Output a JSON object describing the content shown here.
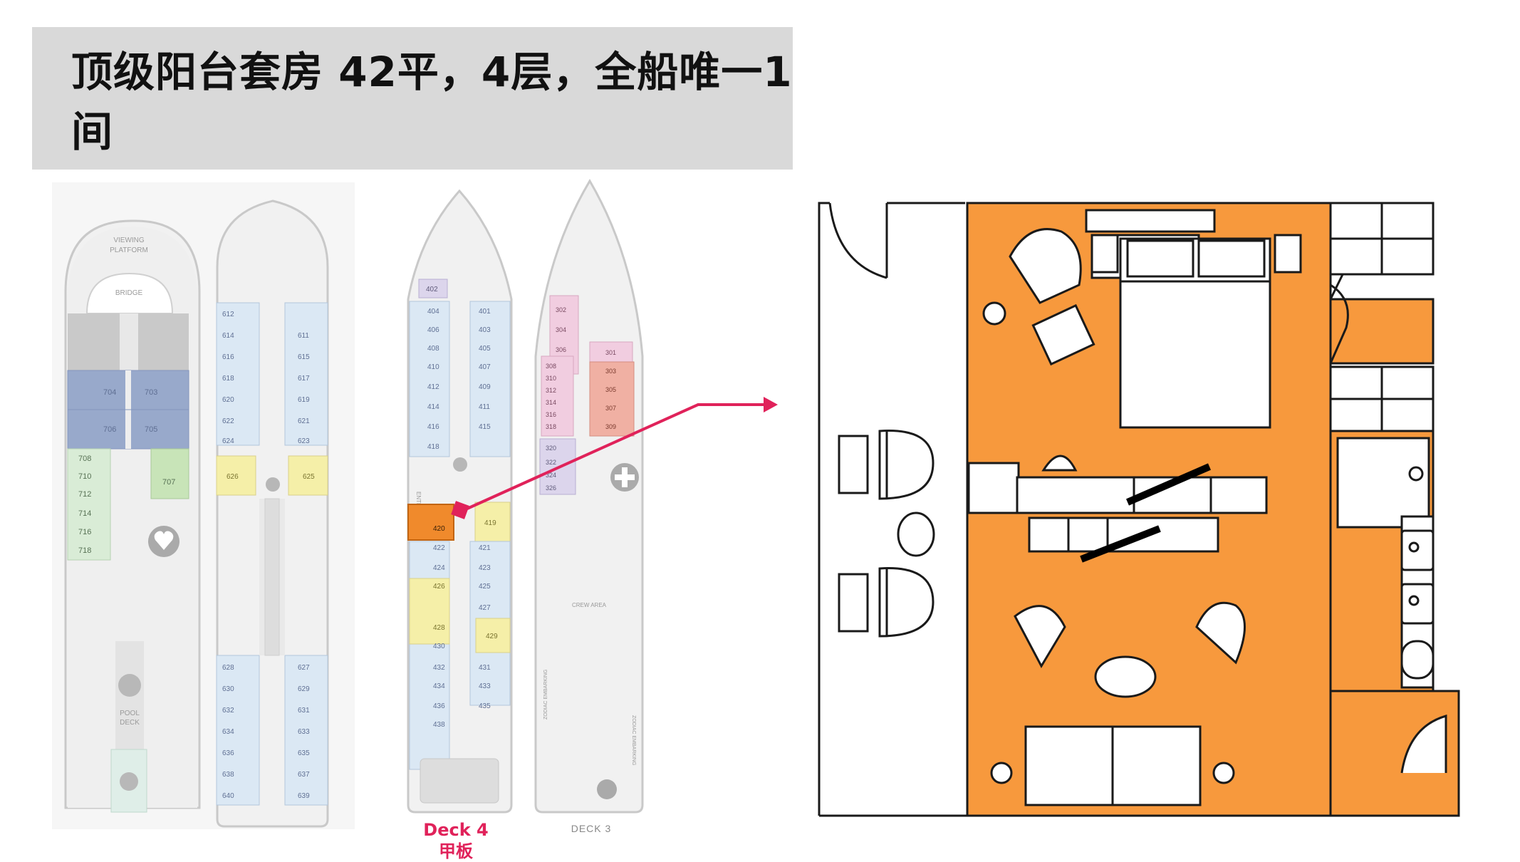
{
  "title": "顶级阳台套房 42平，4层，全船唯一1间",
  "deck4_caption": {
    "line1": "Deck 4",
    "line2": "甲板"
  },
  "deck3_caption": "DECK 3",
  "deck7": {
    "viewing_platform_1": "VIEWING",
    "viewing_platform_2": "PLATFORM",
    "bridge": "BRIDGE",
    "pool_1": "POOL",
    "pool_2": "DECK",
    "cabins_blue": [
      "704",
      "703",
      "706",
      "705"
    ],
    "cabins_left": [
      "708",
      "710",
      "712",
      "714",
      "716",
      "718"
    ],
    "cabin_707": "707"
  },
  "deck6": {
    "left_top": [
      "612",
      "614",
      "616",
      "618",
      "620",
      "622",
      "624"
    ],
    "right_top": [
      "611",
      "615",
      "617",
      "619",
      "621",
      "623"
    ],
    "yellow": [
      "626",
      "625"
    ],
    "left_bottom": [
      "628",
      "630",
      "632",
      "634",
      "636",
      "638",
      "640"
    ],
    "right_bottom": [
      "627",
      "629",
      "631",
      "633",
      "635",
      "637",
      "639"
    ]
  },
  "deck4": {
    "top": "402",
    "left_top": [
      "404",
      "406",
      "408",
      "410",
      "412",
      "414",
      "416",
      "418"
    ],
    "right_top": [
      "401",
      "403",
      "405",
      "407",
      "409",
      "411",
      "415"
    ],
    "highlight": "420",
    "right_419": "419",
    "left_bottom": [
      "422",
      "424",
      "426",
      "428",
      "430",
      "432",
      "434",
      "436",
      "438"
    ],
    "right_bottom": [
      "421",
      "423",
      "425",
      "427",
      "429",
      "431",
      "433",
      "435"
    ],
    "entrance": "ENTRANCE"
  },
  "deck3": {
    "pink": [
      "302",
      "304",
      "306",
      "308",
      "310",
      "312",
      "314",
      "316",
      "318"
    ],
    "salmon": [
      "301",
      "303",
      "305",
      "307",
      "309"
    ],
    "purple": [
      "320",
      "322",
      "324",
      "326"
    ],
    "crew": "CREW AREA",
    "zodiac": "ZODIAC EMBARKING"
  },
  "colors": {
    "accent": "#e0225a",
    "suite_orange": "#f7993d",
    "highlight_cabin": "#f08a2c",
    "cabin_blue": "#dbe8f4",
    "cabin_blue_dark": "#98a9cb",
    "cabin_green": "#d9ecd6",
    "cabin_yellow": "#f5efa8",
    "cabin_pink": "#f1cde0",
    "cabin_salmon": "#f0b0a3",
    "cabin_purple": "#dcd5ec"
  }
}
